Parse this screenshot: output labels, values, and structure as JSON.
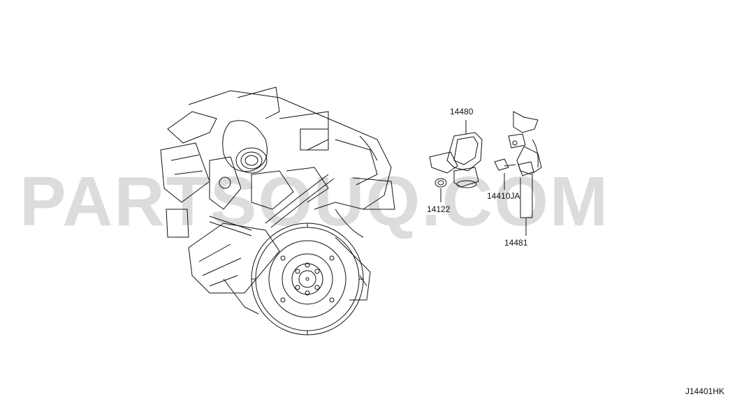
{
  "watermark": "PARTSOUQ.COM",
  "diagram_code": "J14401HK",
  "callouts": {
    "c14480": "14480",
    "c14122": "14122",
    "c14410ja": "14410JA",
    "c14481": "14481"
  }
}
